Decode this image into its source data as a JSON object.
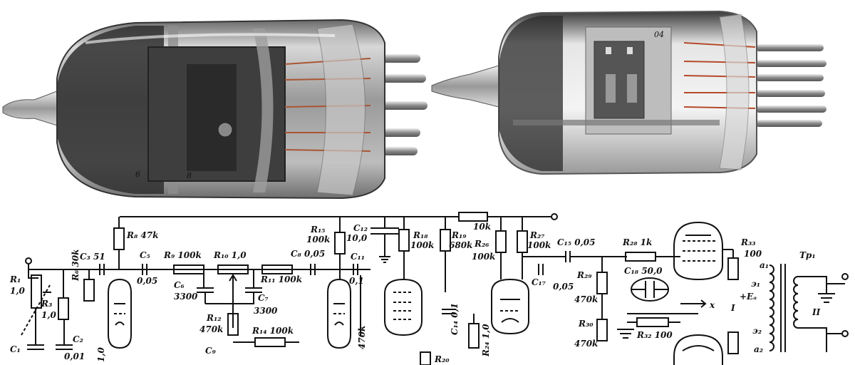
{
  "photos": {
    "left_tube": {
      "glass_markings": [
        "6",
        "8"
      ]
    },
    "right_tube": {
      "glass_markings": [
        "04"
      ]
    }
  },
  "schematic": {
    "labels": [
      {
        "id": "R1",
        "text": "R₁"
      },
      {
        "id": "R1v",
        "text": "1,0"
      },
      {
        "id": "R3",
        "text": "R₃"
      },
      {
        "id": "R3v",
        "text": "1,0"
      },
      {
        "id": "R6",
        "text": "R₆ 30k"
      },
      {
        "id": "C1",
        "text": "C₁"
      },
      {
        "id": "C2",
        "text": "C₂"
      },
      {
        "id": "C2v",
        "text": "0,01"
      },
      {
        "id": "C3",
        "text": "C₃ 51"
      },
      {
        "id": "R8",
        "text": "R₈ 47k"
      },
      {
        "id": "C5",
        "text": "C₅"
      },
      {
        "id": "C5v",
        "text": "0,05"
      },
      {
        "id": "R9",
        "text": "R₉ 100k"
      },
      {
        "id": "R10",
        "text": "R₁₀ 1,0"
      },
      {
        "id": "C6",
        "text": "C₆"
      },
      {
        "id": "C6v",
        "text": "3300"
      },
      {
        "id": "C7",
        "text": "C₇"
      },
      {
        "id": "C7v",
        "text": "3300"
      },
      {
        "id": "R11",
        "text": "R₁₁ 100k"
      },
      {
        "id": "R12",
        "text": "R₁₂"
      },
      {
        "id": "R12v",
        "text": "470k"
      },
      {
        "id": "R14",
        "text": "R₁₄ 100k"
      },
      {
        "id": "C8",
        "text": "C₈ 0,05"
      },
      {
        "id": "R15",
        "text": "R₁₅"
      },
      {
        "id": "R15v",
        "text": "100k"
      },
      {
        "id": "C12",
        "text": "C₁₂"
      },
      {
        "id": "C12v",
        "text": "10,0"
      },
      {
        "id": "C11",
        "text": "C₁₁"
      },
      {
        "id": "C11v",
        "text": "0,1"
      },
      {
        "id": "R470",
        "text": "470k"
      },
      {
        "id": "R18",
        "text": "R₁₈"
      },
      {
        "id": "R18v",
        "text": "100k"
      },
      {
        "id": "R19",
        "text": "R₁₉"
      },
      {
        "id": "R19v",
        "text": "680k"
      },
      {
        "id": "C14",
        "text": "C₁₄ 0,1"
      },
      {
        "id": "R20",
        "text": "R₂₀"
      },
      {
        "id": "R24",
        "text": "R₂₄ 1,0"
      },
      {
        "id": "R10k",
        "text": "10k"
      },
      {
        "id": "R26",
        "text": "R₂₆"
      },
      {
        "id": "R26v",
        "text": "100k"
      },
      {
        "id": "R27",
        "text": "R₂₇"
      },
      {
        "id": "R27v",
        "text": "100k"
      },
      {
        "id": "C15",
        "text": "C₁₅ 0,05"
      },
      {
        "id": "C17",
        "text": "C₁₇"
      },
      {
        "id": "C17v",
        "text": "0,05"
      },
      {
        "id": "R28",
        "text": "R₂₈ 1k"
      },
      {
        "id": "C18",
        "text": "C₁₈ 50,0"
      },
      {
        "id": "R29",
        "text": "R₂₉"
      },
      {
        "id": "R29v",
        "text": "470k"
      },
      {
        "id": "R30",
        "text": "R₃₀"
      },
      {
        "id": "R30v",
        "text": "470k"
      },
      {
        "id": "R32",
        "text": "R₃₂ 100"
      },
      {
        "id": "X",
        "text": "x"
      },
      {
        "id": "R33",
        "text": "R₃₃"
      },
      {
        "id": "R33v",
        "text": "100"
      },
      {
        "id": "Tp1",
        "text": "Tp₁"
      },
      {
        "id": "a1",
        "text": "a₁"
      },
      {
        "id": "e1",
        "text": "э₁"
      },
      {
        "id": "Ea",
        "text": "+Eₐ"
      },
      {
        "id": "I",
        "text": "I"
      },
      {
        "id": "II",
        "text": "II"
      },
      {
        "id": "e2",
        "text": "э₂"
      },
      {
        "id": "a2",
        "text": "a₂"
      },
      {
        "id": "Cx",
        "text": "C₉"
      },
      {
        "id": "R10b",
        "text": "1,0"
      }
    ]
  }
}
